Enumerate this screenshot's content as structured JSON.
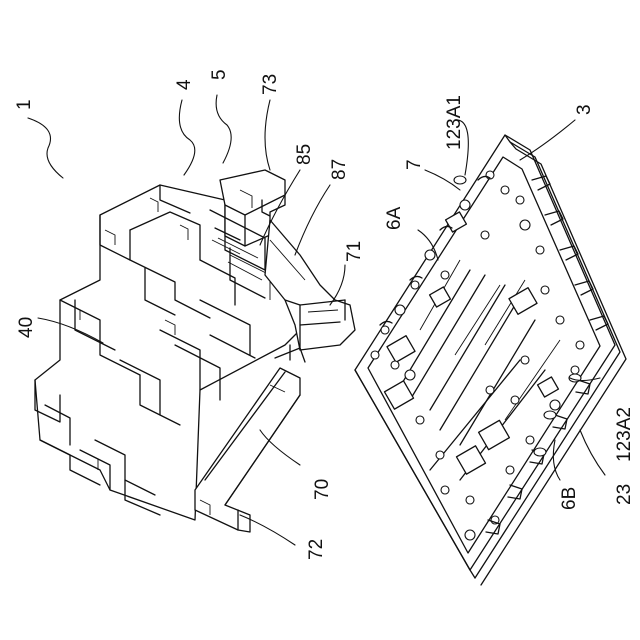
{
  "figure": {
    "labels": {
      "assembly": "1",
      "part_3": "3",
      "part_4": "4",
      "part_5": "5",
      "part_7": "7",
      "part_23": "23",
      "part_40": "40",
      "part_6A": "6A",
      "part_6B": "6B",
      "part_70": "70",
      "part_71": "71",
      "part_72": "72",
      "part_73": "73",
      "part_85": "85",
      "part_87": "87",
      "part_123A1": "123A1",
      "part_123A2": "123A2"
    }
  }
}
